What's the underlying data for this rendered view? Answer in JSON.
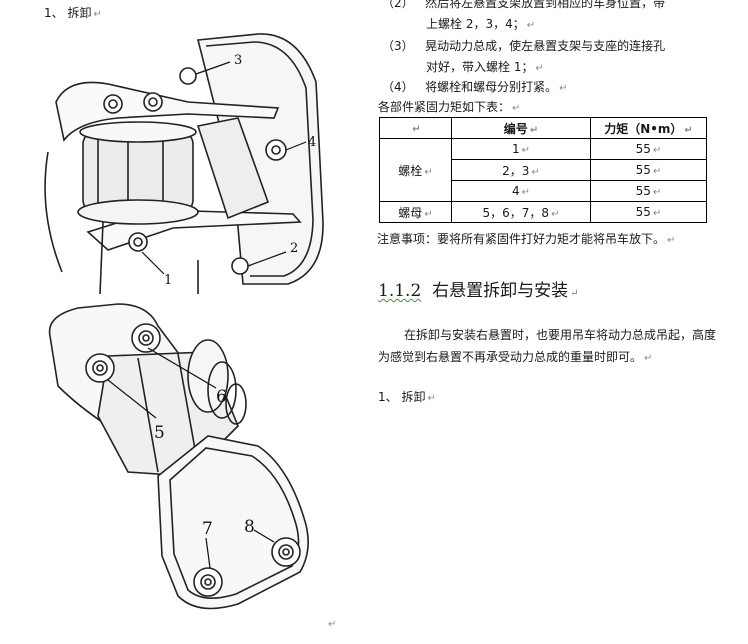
{
  "left": {
    "step_top": "1、 拆卸",
    "top_figure_labels": [
      "3",
      "4",
      "2",
      "1"
    ],
    "bottom_figure_labels": [
      "6",
      "5",
      "7",
      "8"
    ]
  },
  "right": {
    "step2_num": "（2）",
    "step2_line1": "然后将左悬置支架放置到相应的车身位置，带",
    "step2_line2": "上螺栓 2，3，4；",
    "step3_num": "（3）",
    "step3_line1": "晃动动力总成，使左悬置支架与支座的连接孔",
    "step3_line2": "对好，带入螺栓 1；",
    "step4_num": "（4）",
    "step4_line1": "将螺栓和螺母分别打紧。",
    "table_intro": "各部件紧固力矩如下表：",
    "table": {
      "headers": [
        "",
        "编号",
        "力矩（N•m）"
      ],
      "group1_label": "螺栓",
      "rows": [
        {
          "id": "1",
          "torque": "55"
        },
        {
          "id": "2，3",
          "torque": "55"
        },
        {
          "id": "4",
          "torque": "55"
        }
      ],
      "group2_label": "螺母",
      "nut_row": {
        "id": "5，6，7，8",
        "torque": "55"
      }
    },
    "note": "注意事项：要将所有紧固件打好力矩才能将吊车放下。",
    "section_number": "1.1.2",
    "section_title": "右悬置拆卸与安装",
    "para": "在拆卸与安装右悬置时，也要用吊车将动力总成吊起，高度为感觉到右悬置不再承受动力总成的重量时即可。",
    "step_bottom": "1、 拆卸"
  }
}
